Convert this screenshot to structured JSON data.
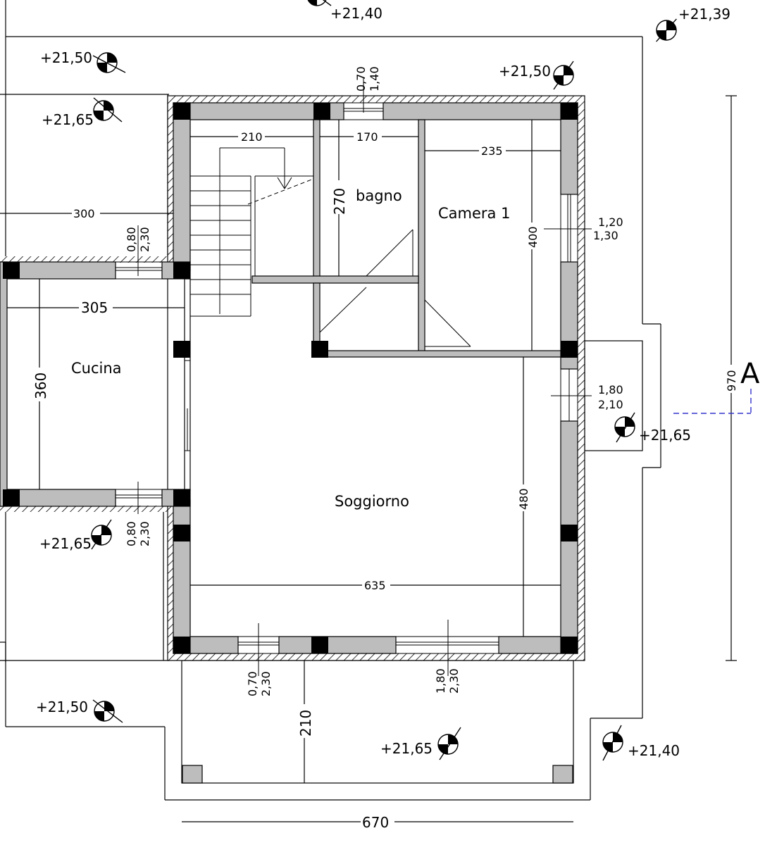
{
  "rooms": {
    "bagno": "bagno",
    "camera": "Camera 1",
    "cucina": "Cucina",
    "soggiorno": "Soggiorno"
  },
  "dimensions": {
    "d210_top": "210",
    "d170": "170",
    "d235": "235",
    "d270": "270",
    "d400": "400",
    "d300": "300",
    "d305": "305",
    "d360": "360",
    "d480": "480",
    "d635": "635",
    "d970": "970",
    "d210_porch": "210",
    "d670": "670"
  },
  "windows": {
    "top_w": "0,70",
    "top_h": "1,40",
    "east_w": "1,20",
    "east_h": "1,30",
    "door_w": "1,80",
    "door_h": "2,10",
    "stair_w": "0,80",
    "stair_h": "2,30",
    "kitchen_w": "0,80",
    "kitchen_h": "2,30",
    "south_small_w": "0,70",
    "south_small_h": "2,30",
    "south_big_w": "1,80",
    "south_big_h": "2,30"
  },
  "elevations": {
    "e_top_center": "+21,40",
    "e_top_right": "+21,39",
    "e_left_top": "+21,50",
    "e_north": "+21,50",
    "e_left_2": "+21,65",
    "e_entry": "+21,65",
    "e_left_3": "+21,65",
    "e_left_bottom": "+21,50",
    "e_porch": "+21,65",
    "e_bottom_right": "+21,40"
  },
  "section": {
    "label": "A"
  },
  "colors": {
    "wall": "#bdbdbd",
    "pillar": "#000000",
    "section_line": "#3333cc"
  }
}
